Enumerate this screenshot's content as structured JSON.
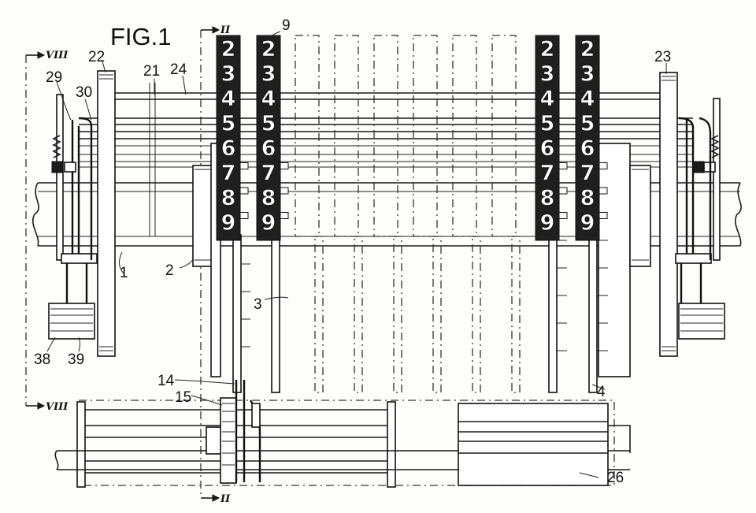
{
  "figure": {
    "title": "FIG.1",
    "section_marks": [
      "VIII",
      "VIII",
      "II",
      "II"
    ]
  },
  "labels": [
    "1",
    "2",
    "3",
    "4",
    "9",
    "14",
    "15",
    "21",
    "22",
    "23",
    "24",
    "26",
    "29",
    "30",
    "38",
    "39"
  ],
  "wheel_digits": [
    "2",
    "3",
    "4",
    "5",
    "6",
    "7",
    "8",
    "9"
  ]
}
